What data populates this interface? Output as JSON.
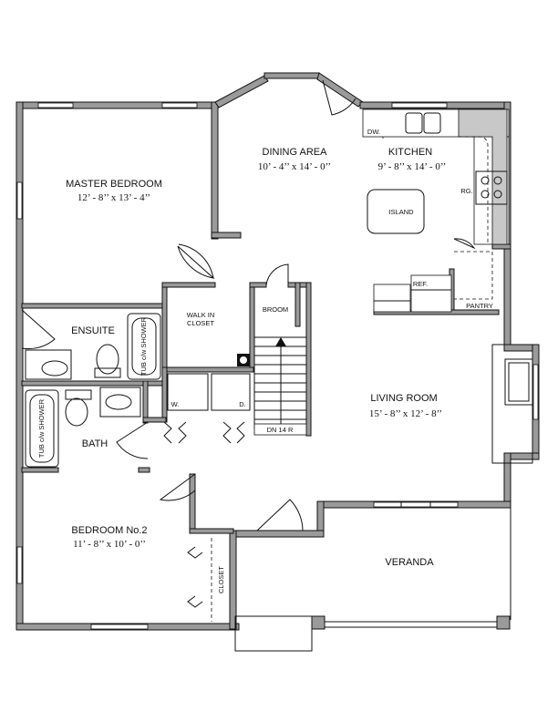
{
  "rooms": {
    "master_bedroom": {
      "name": "MASTER BEDROOM",
      "dims": "12’ - 8’’ x 13’ - 4’’"
    },
    "dining_area": {
      "name": "DINING AREA",
      "dims": "10’ - 4’’ x 14’ - 0’’"
    },
    "kitchen": {
      "name": "KITCHEN",
      "dims": "9’ - 8’’ x 14’ - 0’’"
    },
    "living_room": {
      "name": "LIVING ROOM",
      "dims": "15’ - 8’’ x 12’ - 8’’"
    },
    "bedroom2": {
      "name": "BEDROOM No.2",
      "dims": "11’ - 8’’ x 10’ - 0’’"
    },
    "ensuite": {
      "name": "ENSUITE"
    },
    "bath": {
      "name": "BATH"
    },
    "veranda": {
      "name": "VERANDA"
    },
    "walk_in_closet": {
      "name_line1": "WALK IN",
      "name_line2": "CLOSET"
    },
    "broom": {
      "name": "BROOM"
    },
    "pantry": {
      "name": "PANTRY"
    },
    "closet": {
      "name": "CLOSET"
    }
  },
  "fixtures": {
    "dishwasher": "DW.",
    "range": "RG.",
    "island": "ISLAND",
    "refrigerator": "REF.",
    "washer": "W.",
    "dryer": "D.",
    "stairs": "DN 14 R",
    "ensuite_tub": "TUB c/w SHOWER",
    "bath_tub": "TUB c/w SHOWER"
  }
}
